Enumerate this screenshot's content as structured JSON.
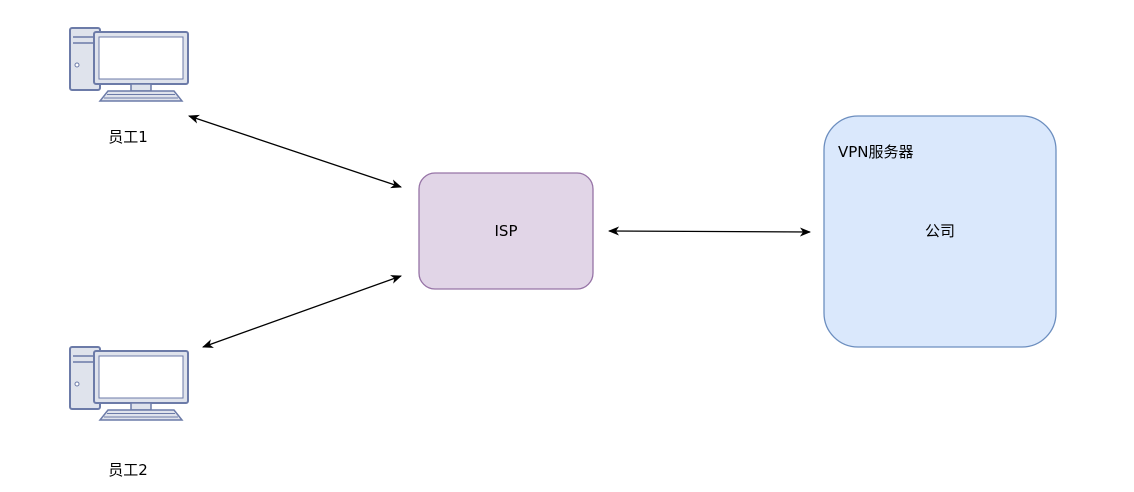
{
  "nodes": {
    "employee1": {
      "label": "员工1",
      "icon": "desktop-computer-icon"
    },
    "employee2": {
      "label": "员工2",
      "icon": "desktop-computer-icon"
    },
    "isp": {
      "label": "ISP"
    },
    "company": {
      "title": "VPN服务器",
      "label": "公司"
    }
  },
  "edges": [
    {
      "from": "employee1",
      "to": "isp",
      "style": "bidirectional-arrow"
    },
    {
      "from": "employee2",
      "to": "isp",
      "style": "bidirectional-arrow"
    },
    {
      "from": "isp",
      "to": "company",
      "style": "bidirectional-arrow"
    }
  ],
  "colors": {
    "isp_fill": "#e1d5e7",
    "isp_stroke": "#9673a6",
    "company_fill": "#dae8fc",
    "company_stroke": "#6c8ebf",
    "computer_body": "#dfe3ec",
    "computer_stroke": "#6c7ba8",
    "arrow": "#000000"
  }
}
